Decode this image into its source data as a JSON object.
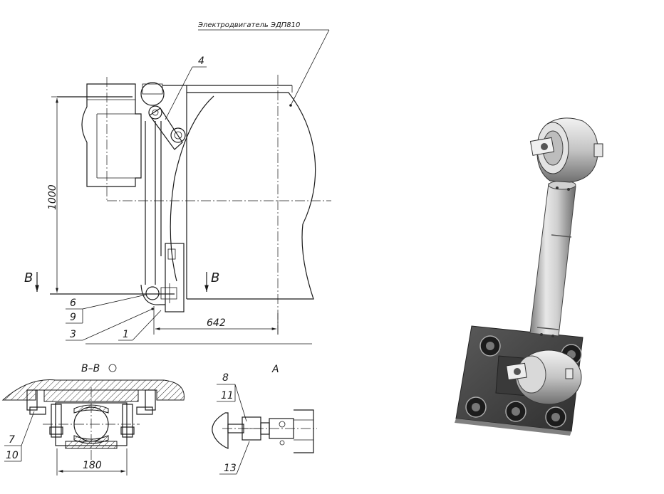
{
  "labels": {
    "motor": "Электродвигатель ЭДП810",
    "callout_4": "4",
    "callout_6": "6",
    "callout_9": "9",
    "callout_3": "3",
    "callout_1": "1",
    "callout_7": "7",
    "callout_10": "10",
    "callout_8": "8",
    "callout_11": "11",
    "callout_13": "13",
    "section_left": "B",
    "section_right": "B",
    "section_view": "B–B",
    "view_a": "A"
  },
  "dimensions": {
    "height": "1000",
    "width": "642",
    "spacing": "180"
  }
}
